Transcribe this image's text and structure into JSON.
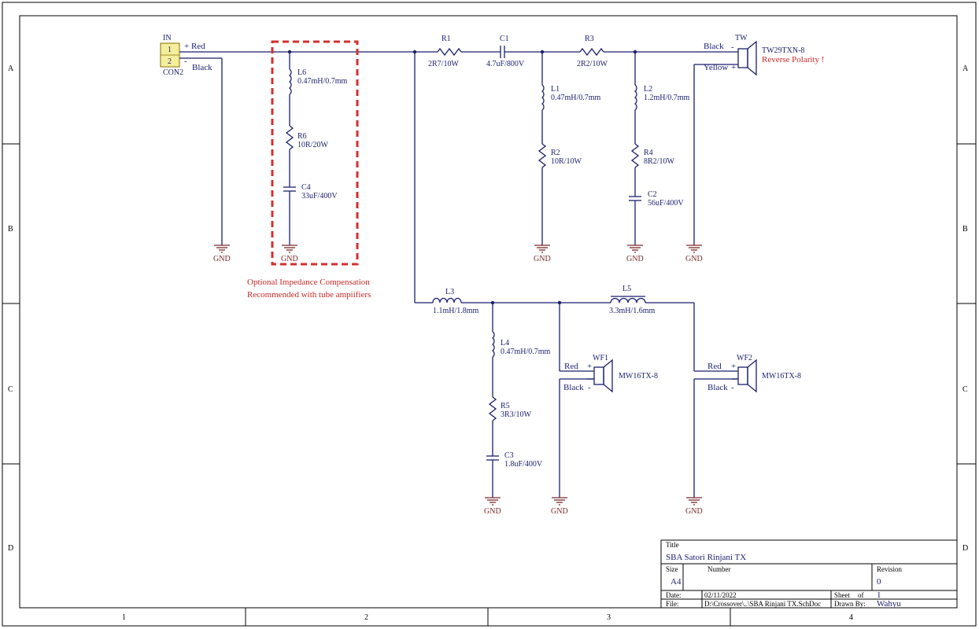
{
  "zones": {
    "rows": [
      "A",
      "B",
      "C",
      "D"
    ],
    "cols": [
      "1",
      "2",
      "3",
      "4"
    ]
  },
  "connector": {
    "designator": "IN",
    "type": "CON2",
    "pin1": "1",
    "pin2": "2",
    "plus_net": "+ Red",
    "minus_sign": "-",
    "minus_net": "Black"
  },
  "components": {
    "L6": {
      "name": "L6",
      "value": "0.47mH/0.7mm"
    },
    "R6": {
      "name": "R6",
      "value": "10R/20W"
    },
    "C4": {
      "name": "C4",
      "value": "33uF/400V"
    },
    "R1": {
      "name": "R1",
      "value": "2R7/10W"
    },
    "C1": {
      "name": "C1",
      "value": "4.7uF/800V"
    },
    "R3": {
      "name": "R3",
      "value": "2R2/10W"
    },
    "L1": {
      "name": "L1",
      "value": "0.47mH/0.7mm"
    },
    "R2": {
      "name": "R2",
      "value": "10R/10W"
    },
    "L2": {
      "name": "L2",
      "value": "1.2mH/0.7mm"
    },
    "R4": {
      "name": "R4",
      "value": "8R2/10W"
    },
    "C2": {
      "name": "C2",
      "value": "56uF/400V"
    },
    "L3": {
      "name": "L3",
      "value": "1.1mH/1.8mm"
    },
    "L4": {
      "name": "L4",
      "value": "0.47mH/0.7mm"
    },
    "R5": {
      "name": "R5",
      "value": "3R3/10W"
    },
    "C3": {
      "name": "C3",
      "value": "1.8uF/400V"
    },
    "L5": {
      "name": "L5",
      "value": "3.3mH/1.6mm"
    }
  },
  "tweeter": {
    "designator": "TW",
    "model": "TW29TXN-8",
    "note": "Reverse Polarity !",
    "top_net": "Black",
    "top_sign": "-",
    "bottom_net": "Yellow",
    "bottom_sign": "+"
  },
  "woofer1": {
    "designator": "WF1",
    "model": "MW16TX-8",
    "plus_net": "Red",
    "plus_sign": "+",
    "minus_net": "Black",
    "minus_sign": "-"
  },
  "woofer2": {
    "designator": "WF2",
    "model": "MW16TX-8",
    "plus_net": "Red",
    "plus_sign": "+",
    "minus_net": "Black",
    "minus_sign": "-"
  },
  "gnd_label": "GND",
  "optional_note": {
    "line1": "Optional Impedance Compensation",
    "line2": "Recommended with tube ampiifiers"
  },
  "title_block": {
    "title_label": "Title",
    "title": "SBA Satori Rinjani TX",
    "size_label": "Size",
    "size": "A4",
    "number_label": "Number",
    "revision_label": "Revision",
    "revision": "0",
    "date_label": "Date:",
    "date": "02/11/2022",
    "sheet_label": "Sheet",
    "of_label": "of",
    "sheet_value": "1",
    "file_label": "File:",
    "file": "D:\\Crossover\\..\\SBA Rinjani TX.SchDoc",
    "drawn_label": "Drawn By:",
    "drawn_by": "Wahyu"
  },
  "colors": {
    "wire": "#1a1f6e",
    "gnd": "#7a2a2a",
    "annotation": "#c62828",
    "connector_fill": "#f5ef9c"
  }
}
